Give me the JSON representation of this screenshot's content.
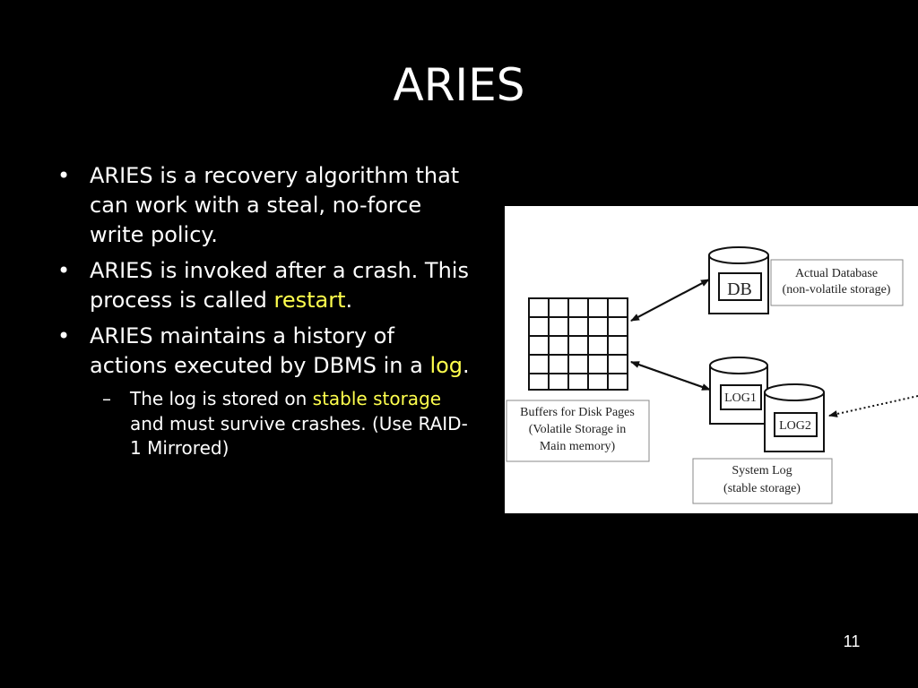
{
  "slide": {
    "title": "ARIES",
    "bullets": [
      {
        "runs": [
          {
            "text": "ARIES is a recovery algorithm that can work with a steal, no-force write policy."
          }
        ]
      },
      {
        "runs": [
          {
            "text": "ARIES is invoked after a crash. This process is called "
          },
          {
            "text": "restart",
            "highlight": true
          },
          {
            "text": "."
          }
        ]
      },
      {
        "runs": [
          {
            "text": "ARIES maintains a history of actions executed by DBMS in a "
          },
          {
            "text": "log",
            "highlight": true
          },
          {
            "text": "."
          }
        ]
      }
    ],
    "sub_bullet": {
      "runs": [
        {
          "text": "The log is stored on "
        },
        {
          "text": "stable storage",
          "highlight": true
        },
        {
          "text": " and must survive crashes.  (Use RAID-1 Mirrored)"
        }
      ]
    },
    "page_number": "11",
    "colors": {
      "background": "#000000",
      "text": "#ffffff",
      "highlight": "#ffff4d"
    }
  },
  "diagram": {
    "db_label": "DB",
    "db_caption": [
      "Actual Database",
      "(non-volatile storage)"
    ],
    "log1_label": "LOG1",
    "log2_label": "LOG2",
    "buffer_caption": [
      "Buffers for Disk Pages",
      "(Volatile Storage in",
      "Main memory)"
    ],
    "log_caption": [
      "System Log",
      "(stable storage)"
    ]
  }
}
